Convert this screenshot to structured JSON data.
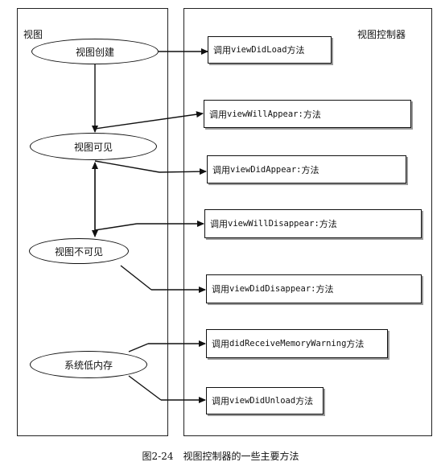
{
  "panels": {
    "view_title": "视图",
    "controller_title": "视图控制器"
  },
  "states": {
    "created": "视图创建",
    "visible": "视图可见",
    "invisible": "视图不可见",
    "low_memory": "系统低内存"
  },
  "methods": {
    "did_load": {
      "prefix": "调用",
      "name": "viewDidLoad",
      "suffix": "方法"
    },
    "will_appear": {
      "prefix": "调用",
      "name": "viewWillAppear:",
      "suffix": "方法"
    },
    "did_appear": {
      "prefix": "调用",
      "name": "viewDidAppear:",
      "suffix": "方法"
    },
    "will_disappear": {
      "prefix": "调用",
      "name": "viewWillDisappear:",
      "suffix": "方法"
    },
    "did_disappear": {
      "prefix": "调用",
      "name": "viewDidDisappear:",
      "suffix": "方法"
    },
    "did_receive_memory": {
      "prefix": "调用",
      "name": "didReceiveMemoryWarning",
      "suffix": "方法"
    },
    "did_unload": {
      "prefix": "调用",
      "name": "viewDidUnload",
      "suffix": "方法"
    }
  },
  "caption": "图2-24　视图控制器的一些主要方法"
}
